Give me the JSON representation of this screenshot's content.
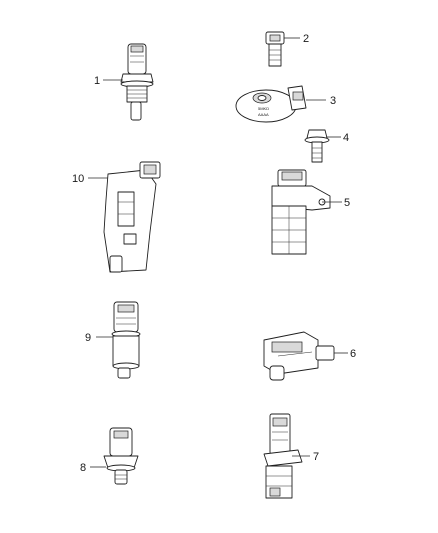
{
  "diagram": {
    "callouts": [
      "1",
      "2",
      "3",
      "4",
      "5",
      "6",
      "7",
      "8",
      "9",
      "10"
    ],
    "part_markings": {
      "knock_sensor_a": "5MKD",
      "knock_sensor_b": "AAAA"
    },
    "colors": {
      "stroke": "#1f1f1f",
      "shade": "#d9d9d9",
      "background": "#ffffff"
    }
  }
}
